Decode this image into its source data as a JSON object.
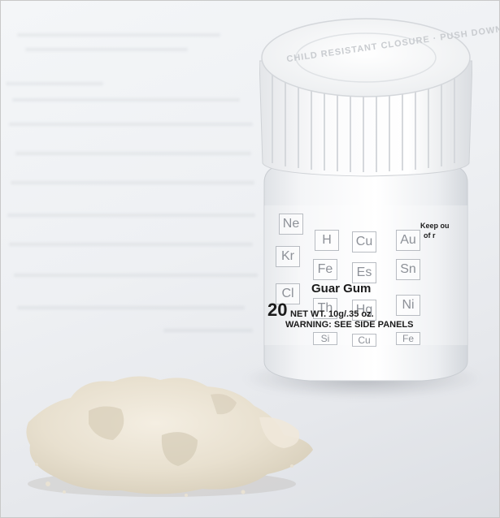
{
  "photo": {
    "subject": "",
    "colors": {
      "paper": "#eef0f3",
      "bottle": "#f3f4f6",
      "cap": "#f7f7f8",
      "powder": "#e8e0cf",
      "label_ink": "#1b1b1b",
      "element_ink": "#8d9198"
    }
  },
  "cap": {
    "embossed_text": "CHILD RESISTANT CLOSURE · PUSH DOWN & TURN"
  },
  "label": {
    "product_name": "Guar Gum",
    "number": "20",
    "net_weight": "NET WT. 10g/.35 oz.",
    "warning": "WARNING: SEE SIDE PANELS",
    "side_text_1": "Keep ou",
    "side_text_2": "of r",
    "elements_row1": [
      "Ne",
      "H",
      "Cu",
      "Au"
    ],
    "elements_row2": [
      "Kr",
      "Fe",
      "Es",
      "Sn"
    ],
    "elements_row3": [
      "Cl",
      "Th",
      "Hg",
      "Ni"
    ],
    "elements_row4": [
      "Si",
      "Cu",
      "Fe"
    ]
  }
}
